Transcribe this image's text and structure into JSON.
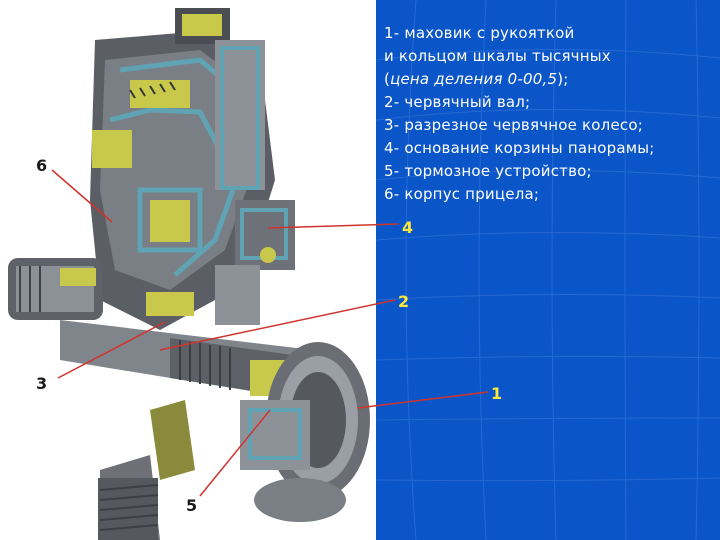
{
  "legend": {
    "lines": [
      "1- маховик с рукояткой",
      "и кольцом шкалы тысячных",
      " (",
      "цена деления 0-00,5",
      ");",
      "2- червячный вал;",
      "3- разрезное червячное колесо;",
      "4- основание корзины панорамы;",
      "5- тормозное устройство;",
      "6- корпус прицела;"
    ]
  },
  "callouts": {
    "c1": "1",
    "c2": "2",
    "c3": "3",
    "c4": "4",
    "c5": "5",
    "c6": "6"
  },
  "colors": {
    "background_blue": "#0a55c8",
    "legend_text": "#ffffff",
    "callout_on_blue": "#ffe83a",
    "callout_on_white": "#1a1a1a",
    "leader_line": "#d0342c",
    "metal_dark": "#4a4d52",
    "metal_light": "#8d9299",
    "section_teal": "#5fa3b4",
    "section_yellow": "#c8c84a"
  }
}
